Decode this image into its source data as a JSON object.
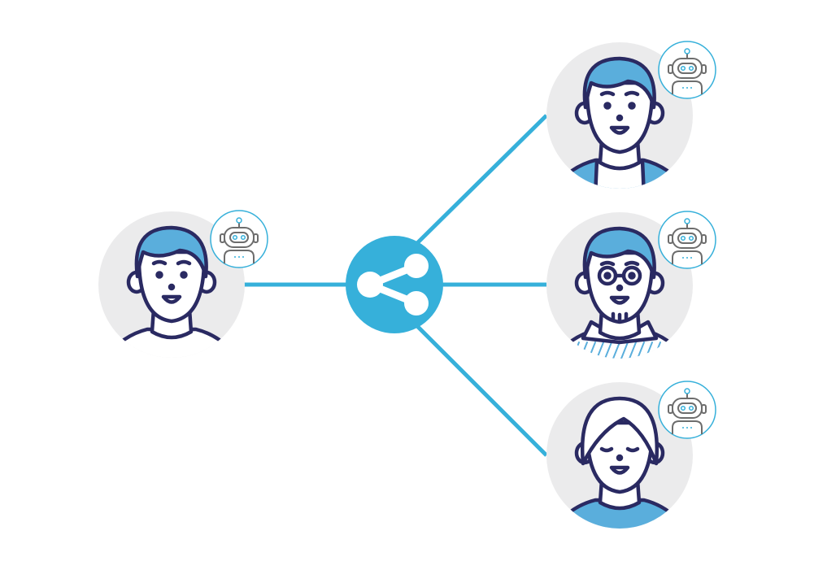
{
  "colors": {
    "accent": "#36b0da",
    "outline": "#2a2a62",
    "hair": "#5aaedc",
    "bg_circle": "#ebebec",
    "robot": "#6d6d6d"
  },
  "hub": {
    "icon": "share-icon"
  },
  "sender": {
    "icon": "person-avatar",
    "badge": "robot-icon"
  },
  "recipients": [
    {
      "icon": "person-avatar",
      "badge": "robot-icon",
      "style": "jacket"
    },
    {
      "icon": "person-avatar-glasses",
      "badge": "robot-icon",
      "style": "glasses"
    },
    {
      "icon": "person-avatar-long-hair",
      "badge": "robot-icon",
      "style": "longhair"
    }
  ]
}
